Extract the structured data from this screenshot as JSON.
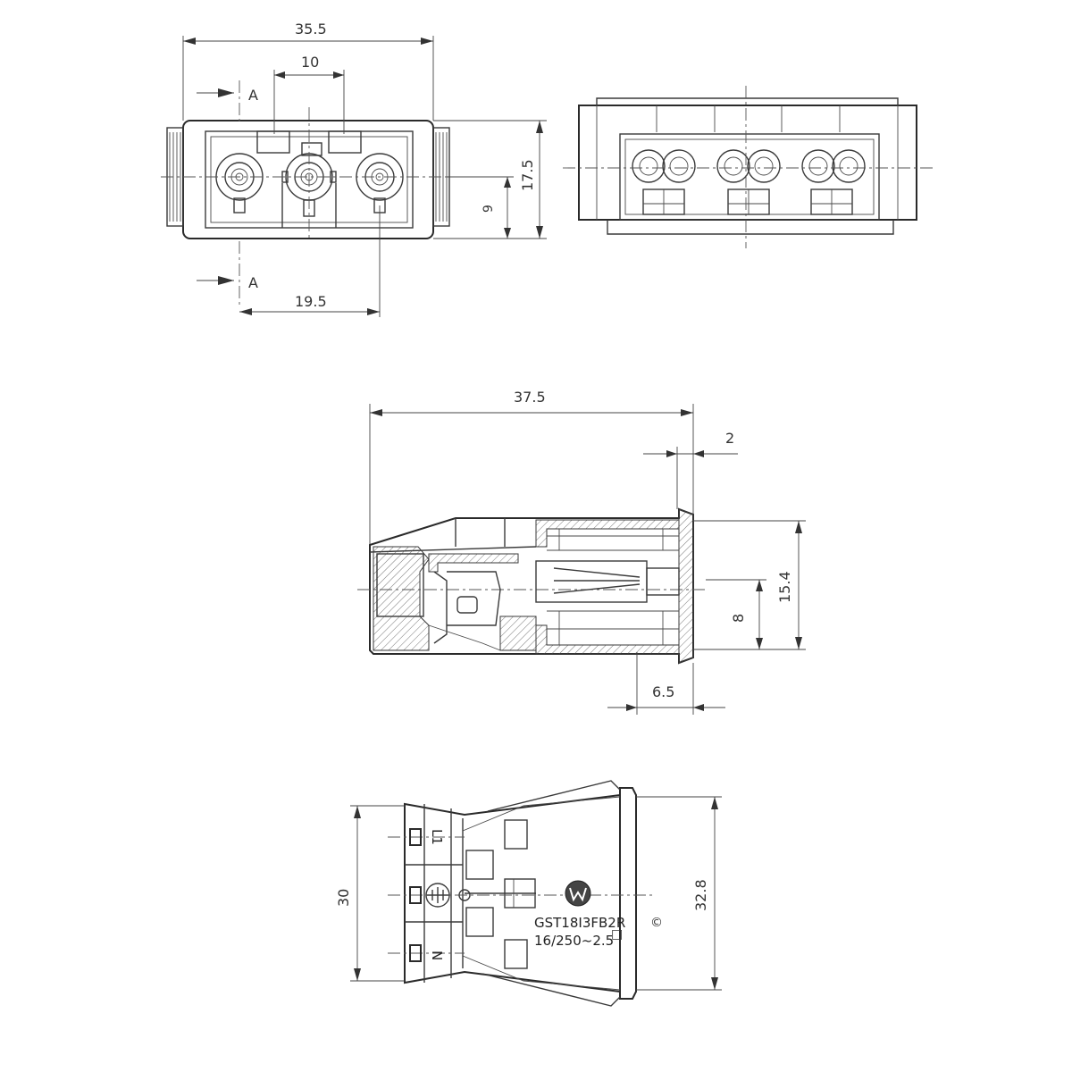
{
  "top_view": {
    "dim_width": "35.5",
    "dim_pitch": "10",
    "dim_offset": "19.5",
    "dim_height": "17.5",
    "dim_center": "9",
    "section_label_top": "A",
    "section_label_bottom": "A"
  },
  "side_view": {
    "dim_length": "37.5",
    "dim_flange": "2",
    "dim_height": "15.4",
    "dim_center": "8",
    "dim_depth": "6.5"
  },
  "bottom_view": {
    "dim_width": "30",
    "dim_flange": "32.8",
    "marking_l1": "L1",
    "marking_n": "N",
    "part_number": "GST18I3FB2R",
    "rating": "16/250~2.5",
    "rating_sup": "□"
  }
}
